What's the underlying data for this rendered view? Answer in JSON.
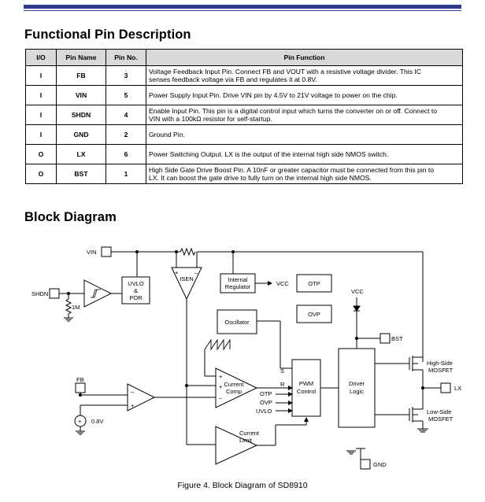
{
  "section1": {
    "title": "Functional Pin Description"
  },
  "table": {
    "headers": [
      "I/O",
      "Pin Name",
      "Pin No.",
      "Pin Function"
    ],
    "rows": [
      {
        "io": "I",
        "name": "FB",
        "no": "3",
        "fn": [
          "Voltage Feedback Input Pin.   Connect FB and VOUT with a resistive voltage divider.   This IC",
          "senses feedback voltage via FB and regulates it at 0.8V."
        ]
      },
      {
        "io": "I",
        "name": "VIN",
        "no": "5",
        "fn": [
          "Power Supply Input Pin.   Drive VIN pin by 4.5V to 21V voltage to power on the chip."
        ]
      },
      {
        "io": "I",
        "name": "SHDN",
        "no": "4",
        "fn": [
          "Enable Input Pin.   This pin is a digital control input which turns the converter on or off.   Connect to",
          "VIN with a 100kΩ resistor for self-startup."
        ]
      },
      {
        "io": "I",
        "name": "GND",
        "no": "2",
        "fn": [
          "Ground Pin."
        ]
      },
      {
        "io": "O",
        "name": "LX",
        "no": "6",
        "fn": [
          "Power Switching Output.   LX is the output of the internal high side NMOS switch."
        ]
      },
      {
        "io": "O",
        "name": "BST",
        "no": "1",
        "fn": [
          "High Side Gate Drive Boost Pin.   A 10nF or greater capacitor must be connected from this pin to",
          "LX.   It can boost the gate drive to fully turn on the internal high side NMOS."
        ]
      }
    ]
  },
  "section2": {
    "title": "Block Diagram"
  },
  "diagram": {
    "vin": "VIN",
    "shdn": "SHDN",
    "r1m": "1M",
    "uvlo": [
      "UVLO",
      "&",
      "POR"
    ],
    "isen": "ISEN",
    "reg": [
      "Internal",
      "Regulator"
    ],
    "vcc_out": "VCC",
    "otp": "OTP",
    "ovp": "OVP",
    "vcc_top": "VCC",
    "oscillator": "Oscillator",
    "bst": "BST",
    "s": "S",
    "r": "R",
    "pwm": [
      "PWM",
      "Control"
    ],
    "drv": [
      "Driver",
      "Logic"
    ],
    "hs": [
      "High-Side",
      "MOSFET"
    ],
    "ls": [
      "Low-Side",
      "MOSFET"
    ],
    "lx": "LX",
    "cc": [
      "Current",
      "Comp"
    ],
    "otp_in": "OTP",
    "ovp_in": "OVP",
    "uvlo_in": "UVLO",
    "fb": "FB",
    "vref": "0.8V",
    "climit": [
      "Current",
      "Limit"
    ],
    "gnd": "GND",
    "plus": "+",
    "minus": "–"
  },
  "caption": "Figure 4. Block Diagram of SD8910"
}
